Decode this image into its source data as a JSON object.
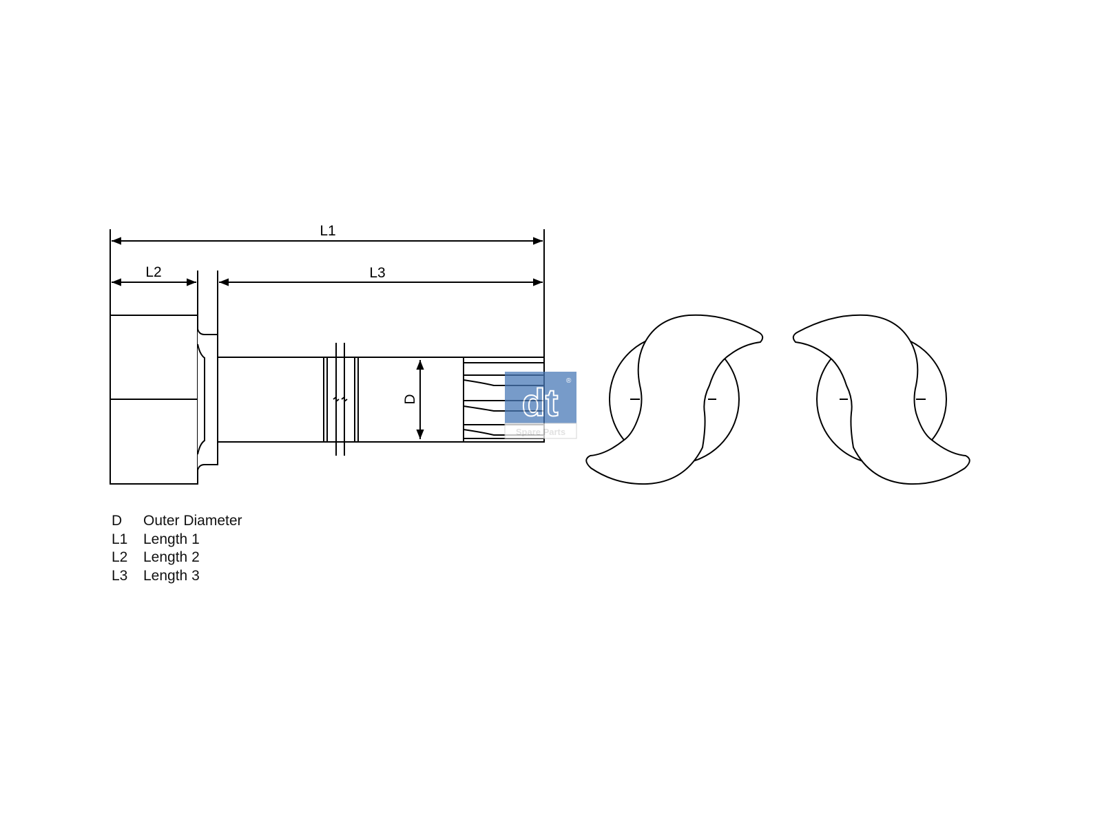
{
  "dimensions": {
    "l1": "L1",
    "l2": "L2",
    "l3": "L3",
    "d": "D"
  },
  "legend": [
    {
      "key": "D",
      "label": "Outer Diameter"
    },
    {
      "key": "L1",
      "label": "Length 1"
    },
    {
      "key": "L2",
      "label": "Length 2"
    },
    {
      "key": "L3",
      "label": "Length 3"
    }
  ],
  "logo": {
    "text": "dt",
    "subtext": "Spare Parts",
    "color": "#4a7ab8"
  }
}
